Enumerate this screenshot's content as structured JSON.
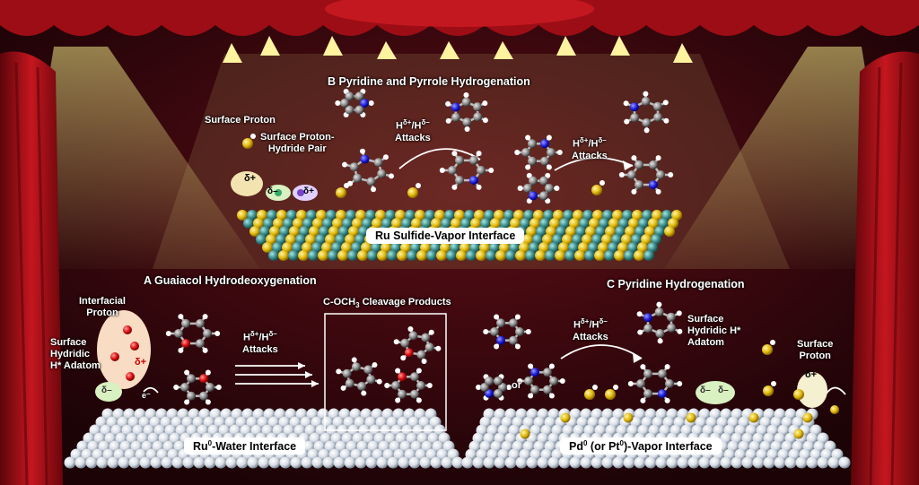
{
  "panel_b": {
    "title": "B  Pyridine and Pyrrole Hydrogenation",
    "surface_proton": "Surface Proton",
    "proton_hydride_pair_1": "Surface Proton-",
    "proton_hydride_pair_2": "Hydride Pair",
    "attacks_1": "Attacks",
    "attacks_2": "Attacks",
    "interface": "Ru Sulfide-Vapor Interface"
  },
  "panel_a": {
    "title": "A  Guaiacol Hydrodeoxygenation",
    "interfacial_1": "Interfacial",
    "interfacial_2": "Proton",
    "hydridic_1": "Surface",
    "hydridic_2": "Hydridic",
    "hydridic_3": "H* Adatom",
    "attacks": "Attacks",
    "cleavage_pre": "C-OCH",
    "cleavage_sub": "3",
    "cleavage_post": " Cleavage Products",
    "interface_pre": "Ru",
    "interface_sup": "0",
    "interface_post": "-Water Interface"
  },
  "panel_c": {
    "title": "C  Pyridine Hydrogenation",
    "or": "or",
    "attacks": "Attacks",
    "hydridic_1": "Surface",
    "hydridic_2": "Hydridic H*",
    "hydridic_3": "Adatom",
    "proton_1": "Surface",
    "proton_2": "Proton",
    "interface_pre": "Pd",
    "interface_sup1": "0",
    "interface_mid": " (or Pt",
    "interface_sup2": "0",
    "interface_post": ")-Vapor Interface"
  },
  "symbols": {
    "h_pre": "H",
    "delta_plus": "δ+",
    "slash_h": "/H",
    "delta_minus": "δ–",
    "dplus": "δ+",
    "dminus": "δ–",
    "eminus": "e⁻"
  },
  "colors": {
    "curtain": "#a80f17",
    "stage_bg": "#2a0509",
    "spotlight": "#f4ee7a",
    "sulfur": "#e8c21a",
    "ruthenium": "#3a8c8c",
    "metal": "#e6ecf2",
    "nitrogen": "#2222dd",
    "oxygen": "#dd1111",
    "carbon": "#8a8a8a"
  }
}
